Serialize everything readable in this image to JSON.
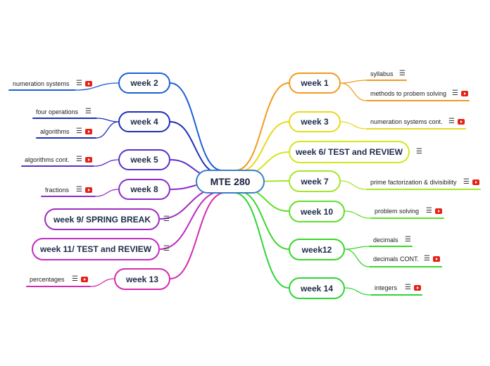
{
  "central": {
    "label": "MTE 280",
    "color": "#3b7fc4"
  },
  "icons": {
    "notes": "notes-icon",
    "video": "youtube-icon",
    "notes_glyph": "☰"
  },
  "weeks": {
    "week2": "week 2",
    "week4": "week 4",
    "week5": "week 5",
    "week8": "week 8",
    "week9": "week 9/ SPRING BREAK",
    "week11": "week 11/ TEST and REVIEW",
    "week13": "week 13",
    "week1": "week 1",
    "week3": "week 3",
    "week6": "week 6/ TEST and REVIEW",
    "week7": "week 7",
    "week10": "week 10",
    "week12": "week12",
    "week14": "week 14"
  },
  "topics": {
    "numeration_systems": "numeration systems",
    "four_operations": "four operations",
    "algorithms": "algorithms",
    "algorithms_cont": "algorithms cont.",
    "fractions": "fractions",
    "percentages": "percentages",
    "syllabus": "syllabus",
    "methods": "methods to probem solving",
    "numeration_cont": "numeration systems cont.",
    "prime": "prime factorization & divisibility",
    "problem_solving": "problem solving",
    "decimals": "decimals",
    "decimals_cont": "decimals CONT.",
    "integers": "integers"
  },
  "colors": {
    "week2": "#1f5fd6",
    "week4": "#1c2fb8",
    "week5": "#5a2fc7",
    "week8": "#8b2bc9",
    "week9": "#a02dc2",
    "week11": "#c02cc0",
    "week13": "#d42bb0",
    "week1": "#f29a1f",
    "week3": "#e8d91e",
    "week6": "#d4e61e",
    "week7": "#a6e62a",
    "week10": "#5fe02a",
    "week12": "#3bd62a",
    "week14": "#2ed636"
  }
}
